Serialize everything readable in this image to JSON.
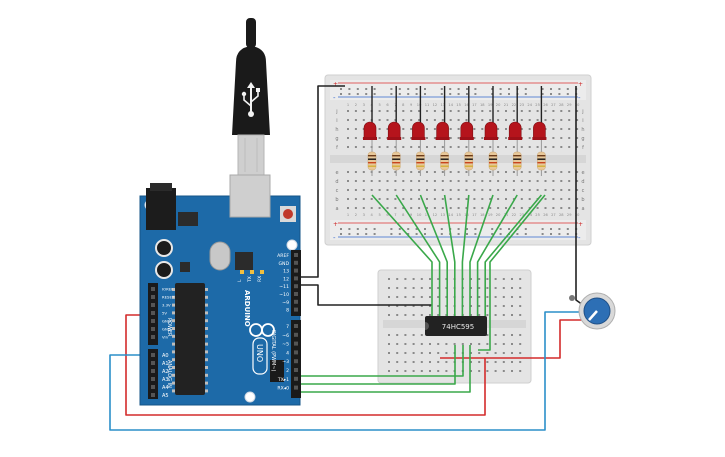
{
  "arduino": {
    "brand": "ARDUINO",
    "model": "UNO",
    "ic_label": "ATMEGA",
    "power_section": "POWER",
    "analog_section": "ANALOG IN",
    "digital_section": "DIGITAL (PWM~)",
    "led_labels": [
      "L",
      "TX",
      "RX"
    ],
    "power_pins": [
      "IOREF",
      "RESET",
      "3.3V",
      "5V",
      "GND",
      "GND",
      "Vin"
    ],
    "analog_pins": [
      "A0",
      "A1",
      "A2",
      "A3",
      "A4",
      "A5"
    ],
    "digital_pins": [
      "AREF",
      "GND",
      "13",
      "12",
      "~11",
      "~10",
      "~9",
      "8",
      "7",
      "~6",
      "~5",
      "4",
      "~3",
      "2",
      "TX▸1",
      "RX◂0"
    ],
    "colors": {
      "board": "#1d6aa8",
      "header": "#1a1a1a",
      "ic": "#222222"
    }
  },
  "shift_register": {
    "label": "74HC595",
    "color": "#222222"
  },
  "breadboard": {
    "row_letters_top": [
      "j",
      "i",
      "h",
      "g",
      "f"
    ],
    "row_letters_bottom": [
      "e",
      "d",
      "c",
      "b",
      "a"
    ],
    "column_numbers": [
      "1",
      "2",
      "3",
      "4",
      "5",
      "6",
      "7",
      "8",
      "9",
      "10",
      "11",
      "12",
      "13",
      "14",
      "15",
      "16",
      "17",
      "18",
      "19",
      "20",
      "21",
      "22",
      "23",
      "24",
      "25",
      "26",
      "27",
      "28",
      "29",
      "30"
    ],
    "rail_plus": "+",
    "rail_minus": "-"
  },
  "leds": {
    "count": 8,
    "color": "#b5141c"
  },
  "resistors": {
    "count": 8,
    "body_color": "#e8c89a"
  },
  "potentiometer": {
    "knob_color": "#2d6fb5"
  },
  "usb": {
    "plug_color": "#1a1a1a"
  },
  "wire_colors": {
    "data": "#3aa84a",
    "power": "#d42b2b",
    "ground": "#222222",
    "signal": "#2b8fc9"
  }
}
